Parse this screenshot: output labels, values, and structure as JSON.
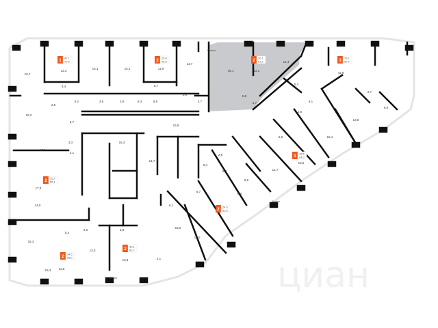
{
  "colors": {
    "accent": "#f05a1e",
    "wall": "#111111",
    "highlight": "#c9cacd",
    "facade": "#e6e6e6"
  },
  "watermark": "циан",
  "balcony_label": "Балкон",
  "apartments": [
    {
      "rooms": "1",
      "living": "47,1",
      "total": "70,0"
    },
    {
      "rooms": "2",
      "living": "26,0",
      "total": "43,9"
    },
    {
      "rooms": "2",
      "living": "30,1",
      "total": "57,2",
      "selected": true
    },
    {
      "rooms": "3",
      "living": "76,1",
      "total": "99,4"
    },
    {
      "rooms": "2",
      "living": "25,2",
      "total": "55,1"
    },
    {
      "rooms": "2",
      "living": "34,6",
      "total": "95,0"
    },
    {
      "rooms": "2",
      "living": "39,1",
      "total": "62,7"
    },
    {
      "rooms": "2",
      "living": "24,5",
      "total": "52,5"
    },
    {
      "rooms": "1",
      "living": "15,6",
      "total": "24,0"
    }
  ],
  "room_areas": [
    "10,7",
    "12,3",
    "15,1",
    "15,1",
    "11,9",
    "13,7",
    "16,1",
    "12,2",
    "14,4",
    "41,9",
    "3,4",
    "5,2",
    "3,6",
    "2,9",
    "6,3",
    "6,8",
    "3,8",
    "2,7",
    "2,5",
    "5,7",
    "19,2",
    "3,7",
    "15,9",
    "12,9",
    "4,1",
    "17,3",
    "14,0",
    "3,3",
    "5,4",
    "2,6",
    "15,3",
    "13,5",
    "13,0",
    "15,3",
    "2,8",
    "13,3",
    "14,7",
    "16,3",
    "6,4",
    "2,8",
    "5,7",
    "5,2",
    "6,1",
    "8,9",
    "9,6",
    "13,0",
    "15,0",
    "12,7",
    "13,6",
    "15,1",
    "5,3",
    "6,1",
    "2,6",
    "3,7",
    "6,8",
    "13,8",
    "5,8",
    "2,7",
    "2,1",
    "6,9"
  ]
}
